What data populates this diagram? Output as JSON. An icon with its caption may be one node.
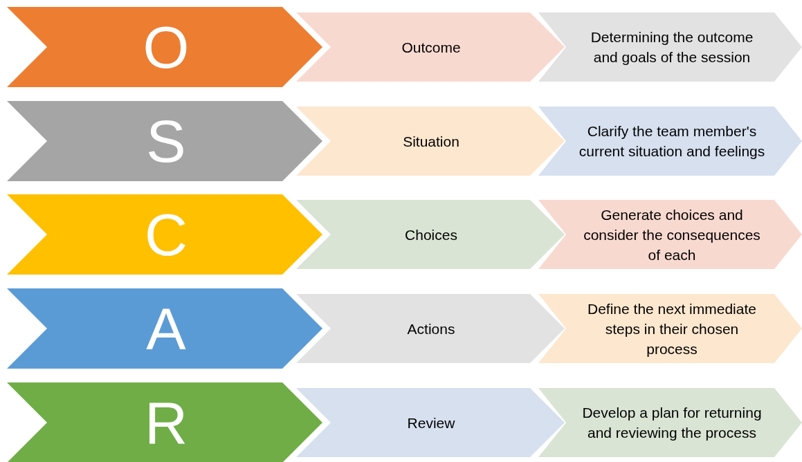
{
  "diagram": {
    "nodes": [
      {
        "text": [
          "O"
        ]
      },
      {
        "text": [
          "Outcome"
        ]
      },
      {
        "text": [
          "Determining the outcome and goals of the session"
        ]
      },
      {
        "text": [
          "S"
        ]
      },
      {
        "text": [
          "Situation"
        ]
      },
      {
        "text": [
          "Clarify the team member's current situation and feelings"
        ]
      },
      {
        "text": [
          "C"
        ]
      },
      {
        "text": [
          "Choices"
        ]
      },
      {
        "text": [
          "Generate choices and consider the consequences of each"
        ]
      },
      {
        "text": [
          "A"
        ]
      },
      {
        "text": [
          "Actions"
        ]
      },
      {
        "text": [
          "Define the next immediate steps in their chosen process"
        ]
      },
      {
        "text": [
          "R"
        ]
      },
      {
        "text": [
          "Review"
        ]
      },
      {
        "text": [
          "Develop a plan for returning and reviewing the process"
        ]
      }
    ]
  }
}
